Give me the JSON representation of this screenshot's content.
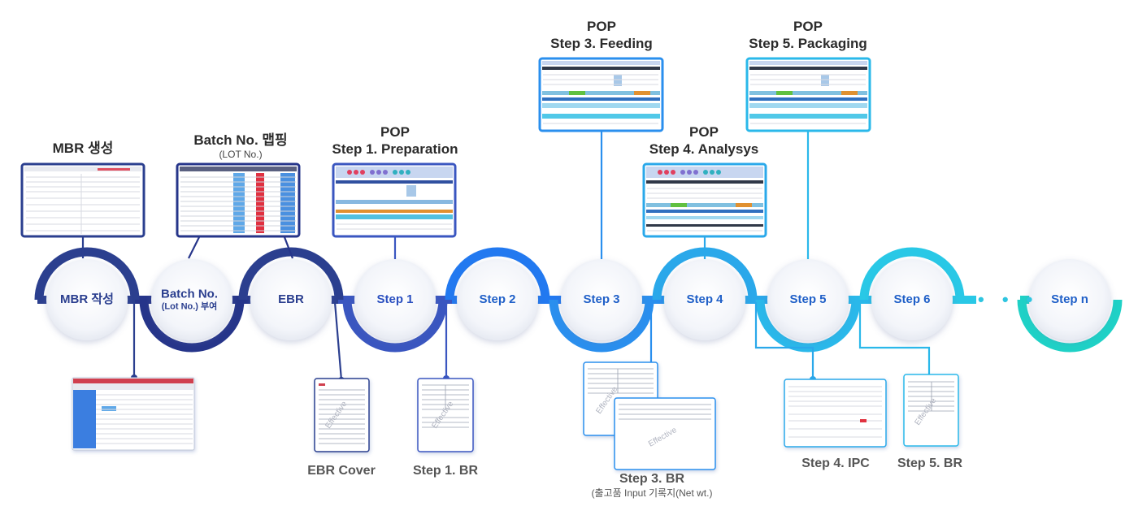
{
  "colors": {
    "dark_navy": "#2b3f8f",
    "mid_blue": "#3f63c9",
    "bright_blue": "#2279f0",
    "sky_blue": "#2aa8ea",
    "cyan": "#29c8e6",
    "teal": "#1fd1c6",
    "node_text_dark": "#2b3f8f",
    "node_text_blue": "#2060c8"
  },
  "top_labels": {
    "mbr": {
      "title": "MBR 생성"
    },
    "batch": {
      "title": "Batch No. 맵핑",
      "sub": "(LOT No.)"
    },
    "pop1": {
      "line1": "POP",
      "line2": "Step 1. Preparation"
    },
    "pop3": {
      "line1": "POP",
      "line2": "Step 3. Feeding"
    },
    "pop4": {
      "line1": "POP",
      "line2": "Step 4. Analysys"
    },
    "pop5": {
      "line1": "POP",
      "line2": "Step 5. Packaging"
    }
  },
  "nodes": {
    "mbr": {
      "label": "MBR 작성"
    },
    "batch": {
      "label": "Batch No.",
      "sub": "(Lot No.) 부여"
    },
    "ebr": {
      "label": "EBR"
    },
    "step1": {
      "label": "Step 1"
    },
    "step2": {
      "label": "Step 2"
    },
    "step3": {
      "label": "Step 3"
    },
    "step4": {
      "label": "Step 4"
    },
    "step5": {
      "label": "Step 5"
    },
    "step6": {
      "label": "Step 6"
    },
    "stepn": {
      "label": "Step n"
    }
  },
  "ellipsis": "• • •",
  "bottom_labels": {
    "ebr_cover": {
      "title": "EBR Cover"
    },
    "step1_br": {
      "title": "Step 1. BR"
    },
    "step3_br": {
      "title": "Step 3. BR",
      "sub": "(출고품 Input 기록지(Net wt.)"
    },
    "step4_ipc": {
      "title": "Step 4. IPC"
    },
    "step5_br": {
      "title": "Step 5. BR"
    }
  },
  "watermark": "Effective"
}
